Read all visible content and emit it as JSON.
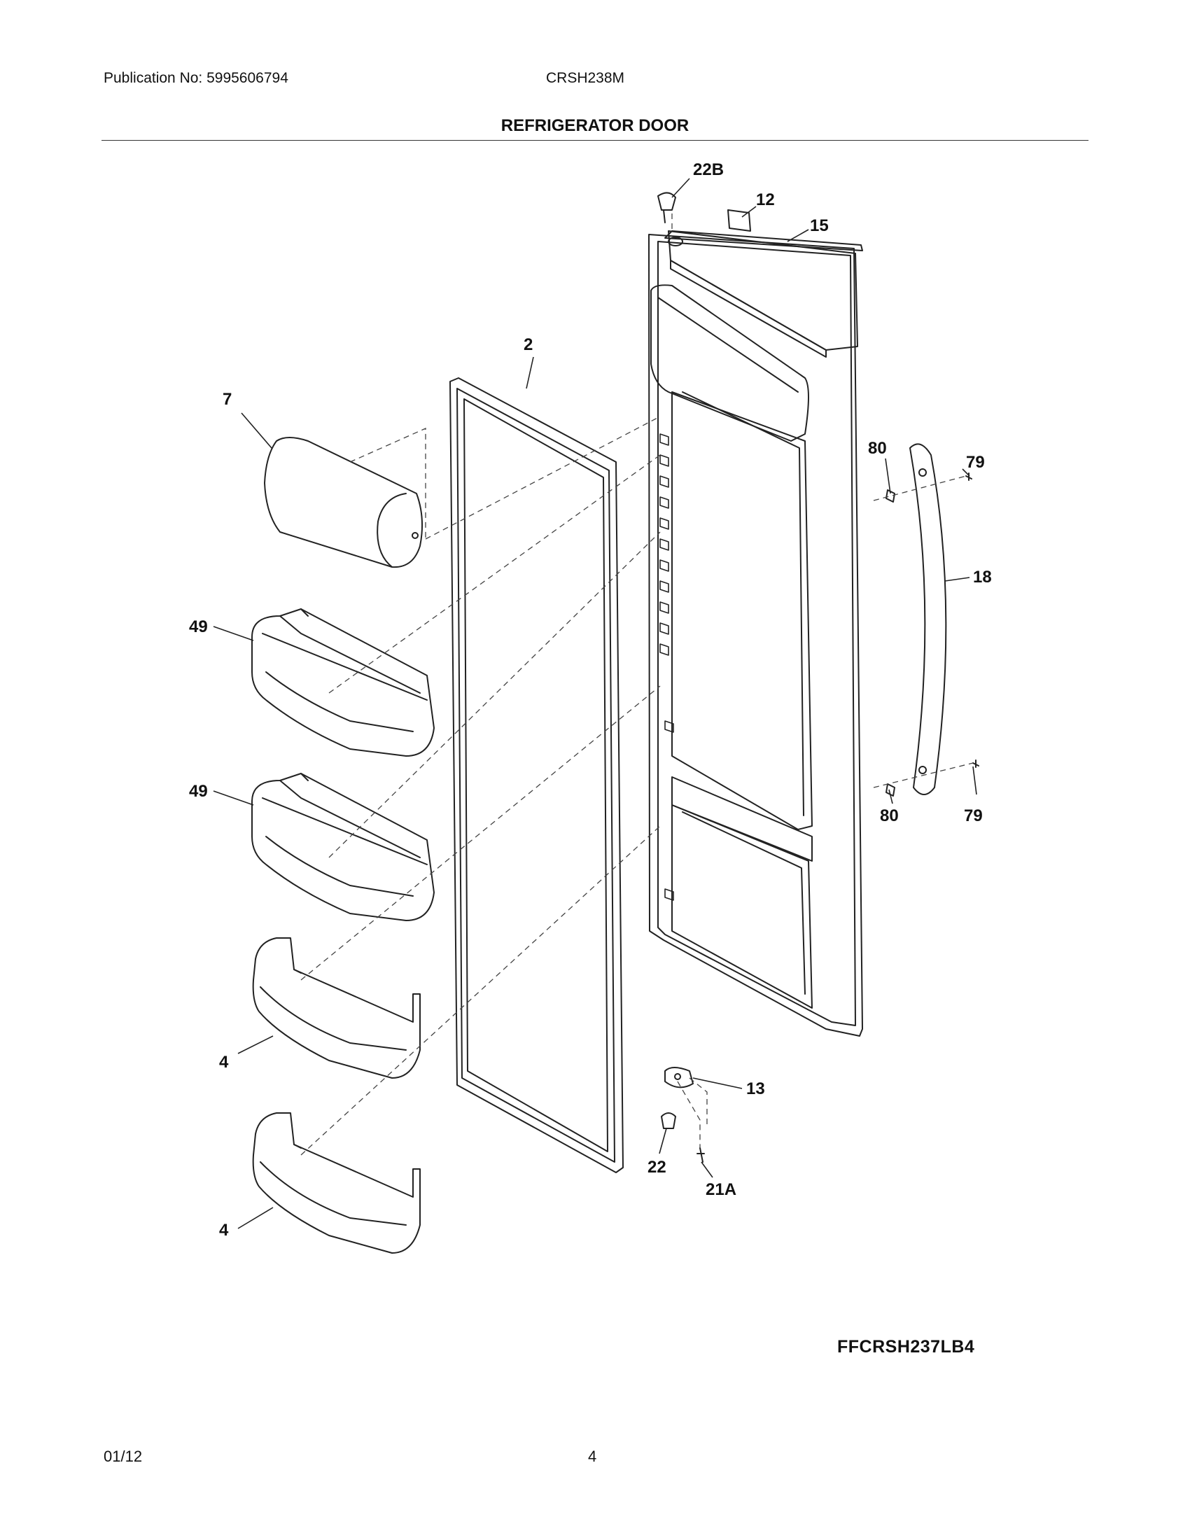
{
  "header": {
    "publication": "Publication No: 5995606794",
    "model": "CRSH238M",
    "title": "REFRIGERATOR DOOR"
  },
  "callouts": {
    "c22B": "22B",
    "c12": "12",
    "c15": "15",
    "c2": "2",
    "c7": "7",
    "c80a": "80",
    "c79a": "79",
    "c18": "18",
    "c49a": "49",
    "c49b": "49",
    "c80b": "80",
    "c79b": "79",
    "c4a": "4",
    "c13": "13",
    "c22": "22",
    "c21A": "21A",
    "c4b": "4"
  },
  "figure_code": "FFCRSH237LB4",
  "footer": {
    "date": "01/12",
    "page": "4"
  }
}
